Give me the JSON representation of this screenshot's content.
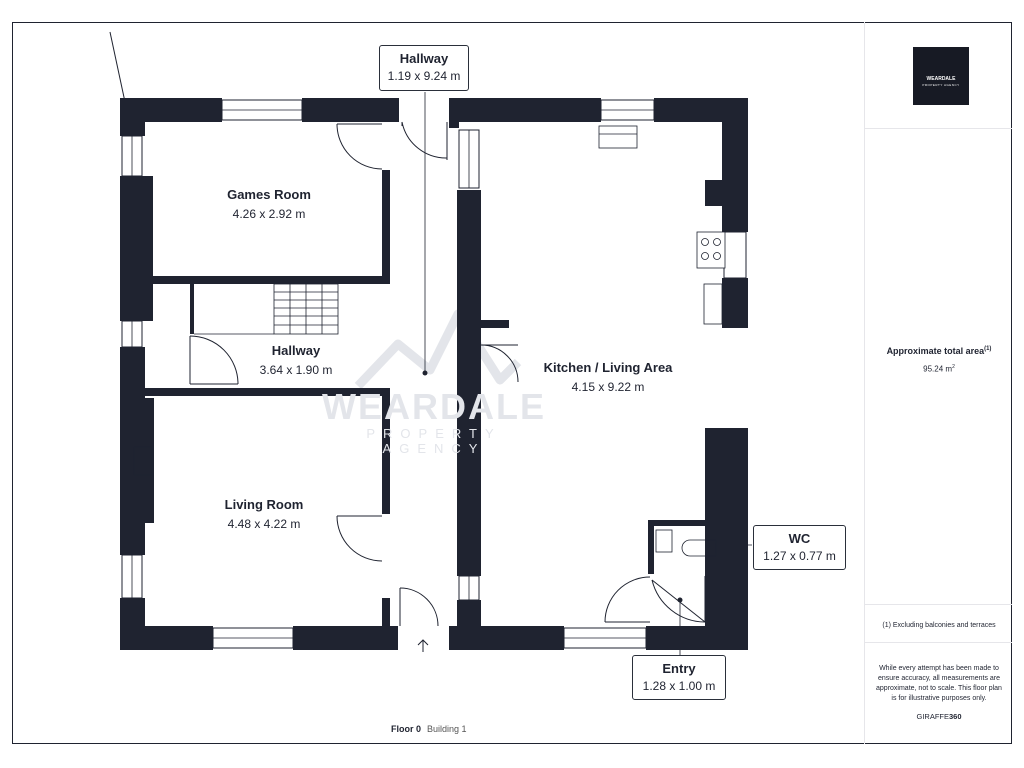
{
  "plan": {
    "rooms": [
      {
        "name": "Games Room",
        "dims": "4.26 x 2.92 m"
      },
      {
        "name": "Hallway",
        "dims": "3.64 x 1.90 m"
      },
      {
        "name": "Living Room",
        "dims": "4.48 x 4.22 m"
      },
      {
        "name": "Kitchen / Living Area",
        "dims": "4.15 x 9.22 m"
      }
    ],
    "callouts": [
      {
        "name": "Hallway",
        "dims": "1.19 x 9.24 m"
      },
      {
        "name": "WC",
        "dims": "1.27 x 0.77 m"
      },
      {
        "name": "Entry",
        "dims": "1.28 x 1.00 m"
      }
    ],
    "watermark": {
      "line1": "WEARDALE",
      "line2": "PROPERTY AGENCY"
    },
    "floor": {
      "label": "Floor 0",
      "building": "Building 1"
    }
  },
  "sidebar": {
    "logo": {
      "name": "WEARDALE",
      "sub": "PROPERTY AGENCY"
    },
    "area_title": "Approximate total area",
    "area_note_marker": "(1)",
    "area_value": "95.24 m",
    "area_unit_power": "2",
    "footnote": "(1) Excluding balconies and terraces",
    "disclaimer": "While every attempt has been made to ensure accuracy, all measurements are approximate, not to scale. This floor plan is for illustrative purposes only.",
    "brand_prefix": "GIRAFFE",
    "brand_suffix": "360"
  },
  "colors": {
    "wall": "#1f2330",
    "accent": "#e0338c",
    "watermark": "#e3e5ea"
  }
}
